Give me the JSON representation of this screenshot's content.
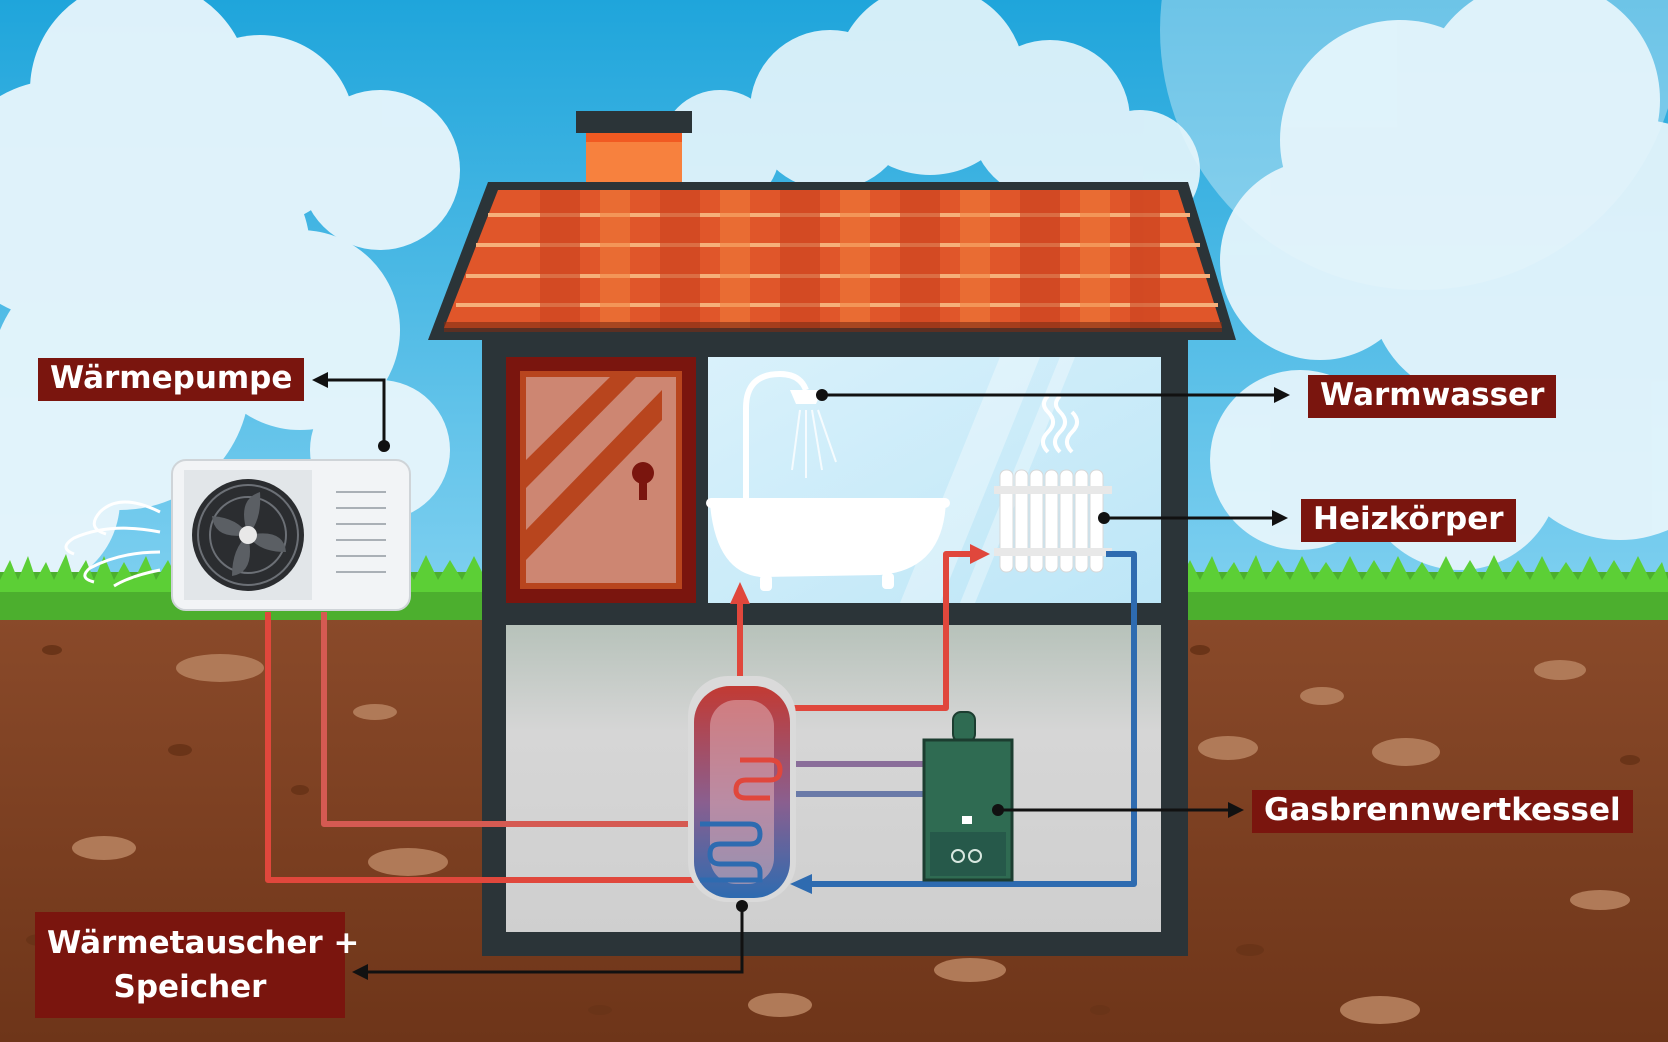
{
  "labels": {
    "waermepumpe": "Wärmepumpe",
    "warmwasser": "Warmwasser",
    "heizkoerper": "Heizkörper",
    "gasbrennwertkessel": "Gasbrennwertkessel",
    "waermetauscher_line1": "Wärmetauscher +",
    "waermetauscher_line2": "Speicher"
  },
  "colors": {
    "sky": "#2bb2e0",
    "grass": "#4caf2e",
    "soil": "#8e4a2a",
    "label_bg": "#7a150e",
    "label_text": "#ffffff",
    "house_frame": "#2b3438",
    "roof": "#e0562a",
    "pipe_hot": "#e0473c",
    "pipe_cold": "#2e6bb0",
    "boiler": "#2f6b52"
  },
  "icons": [
    "heat-pump-icon",
    "fan-icon",
    "shower-icon",
    "bathtub-icon",
    "radiator-icon",
    "storage-tank-icon",
    "gas-boiler-icon",
    "door-icon",
    "chimney-icon",
    "air-flow-icon",
    "steam-icon"
  ]
}
